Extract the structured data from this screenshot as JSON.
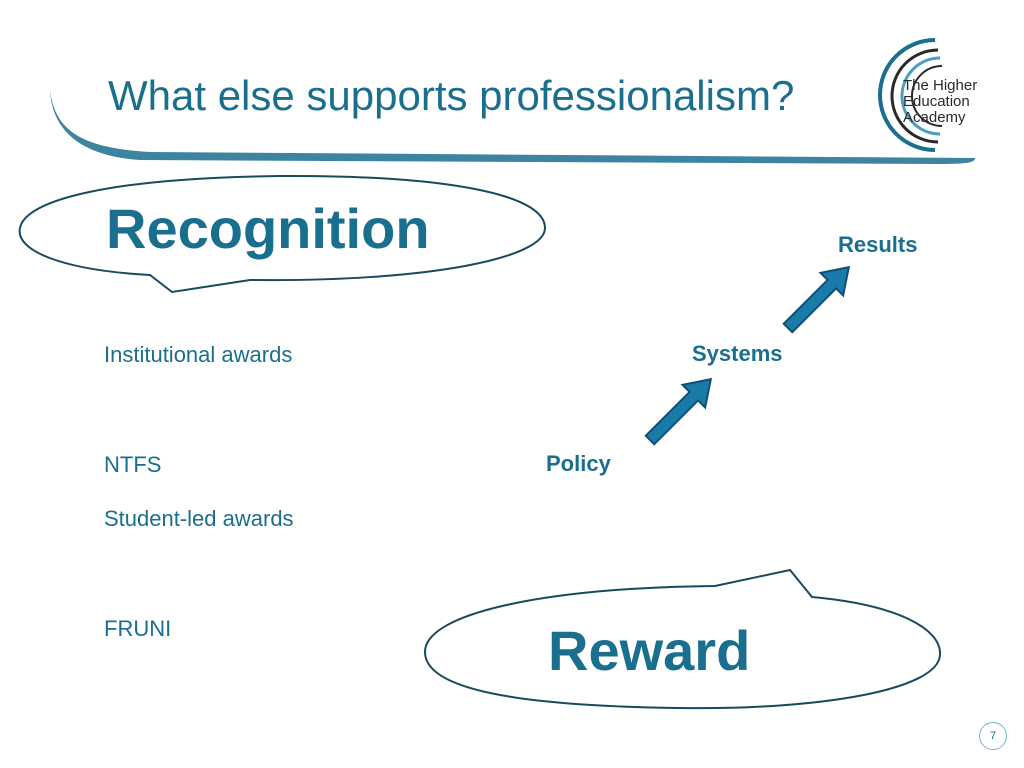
{
  "slide": {
    "title": "What else supports professionalism?",
    "logo": {
      "line1": "The Higher",
      "line2": "Education",
      "line3": "Academy"
    },
    "recognition_label": "Recognition",
    "reward_label": "Reward",
    "items": [
      "Institutional awards",
      "NTFS",
      "Student-led awards",
      "FRUNI"
    ],
    "steps": {
      "policy": "Policy",
      "systems": "Systems",
      "results": "Results"
    },
    "page_number": "7"
  },
  "colors": {
    "accent": "#1a6e8e",
    "arrow_fill": "#1a7bab",
    "arrow_stroke": "#0f4f70"
  }
}
